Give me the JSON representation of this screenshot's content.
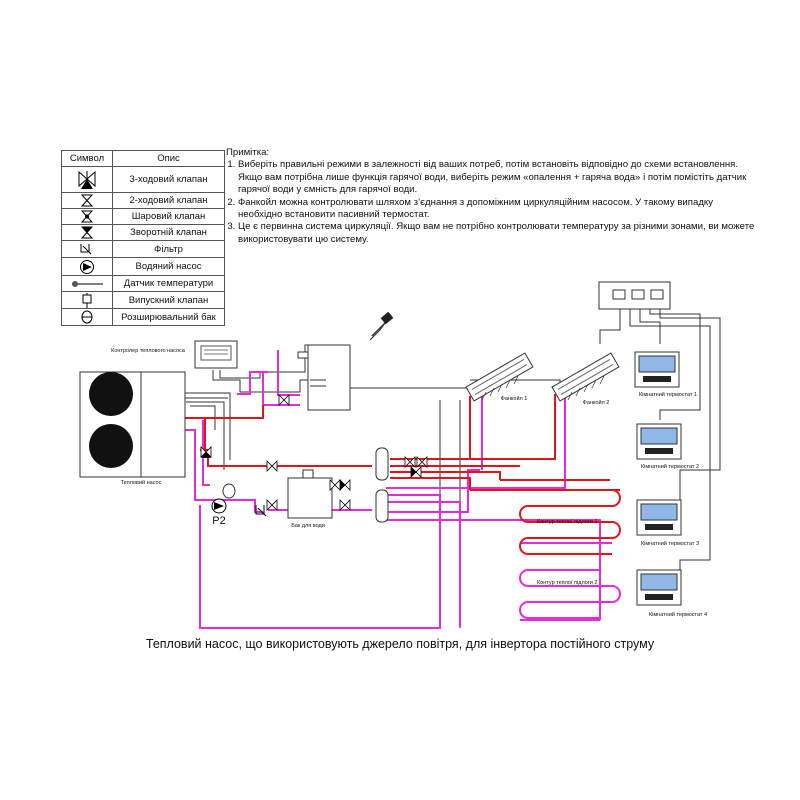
{
  "legend": {
    "header_symbol": "Символ",
    "header_desc": "Опис",
    "items": [
      {
        "icon": "three-way-valve-icon",
        "label": "3-ходовий клапан"
      },
      {
        "icon": "two-way-valve-icon",
        "label": "2-ходовий клапан"
      },
      {
        "icon": "ball-valve-icon",
        "label": "Шаровий клапан"
      },
      {
        "icon": "check-valve-icon",
        "label": "Зворотній клапан"
      },
      {
        "icon": "filter-icon",
        "label": "Фільтр"
      },
      {
        "icon": "water-pump-icon",
        "label": "Водяний насос"
      },
      {
        "icon": "temperature-sensor-icon",
        "label": "Датчик температури"
      },
      {
        "icon": "drain-valve-icon",
        "label": "Випускний клапан"
      },
      {
        "icon": "expansion-tank-icon",
        "label": "Розширювальний бак"
      }
    ]
  },
  "notes": {
    "title": "Примітка:",
    "items": [
      "Виберіть правильні режими в залежності від ваших потреб, потім встановіть відповідно до схеми встановлення. Якщо вам потрібна лише функція гарячої води, виберіть режим «опалення + гаряча вода» і потім помістіть датчик гарячої води у ємність для гарячої води.",
      "Фанкойл можна контролювати шляхом з’єднання з допоміжним циркуляційним насосом. У такому випадку необхідно встановити пасивний термостат.",
      "Це є первинна система циркуляції. Якщо вам не потрібно контролювати температуру за різними зонами, ви можете використовувати цю систему."
    ]
  },
  "diagram": {
    "controller_label": "Контролер теплового насоса",
    "heat_pump_label": "Тепловий насос",
    "pump_label": "P2",
    "tank_label": "Бак для води",
    "fancoil_1": "Фанкойл 1",
    "fancoil_2": "Фанкойл 2",
    "floor_loop_1": "Контур теплої підлоги 1",
    "floor_loop_2": "Контур теплої підлоги 2",
    "thermostat_1": "Кімнатний термостат 1",
    "thermostat_2": "Кімнатний термостат 2",
    "thermostat_3": "Кімнатний термостат 3",
    "thermostat_4": "Кімнатний термостат 4"
  },
  "colors": {
    "supply": "#e0141b",
    "return": "#e82ad9",
    "wiring": "#222222"
  },
  "caption": "Тепловий насос, що використовують джерело повітря, для інвертора постійного струму"
}
